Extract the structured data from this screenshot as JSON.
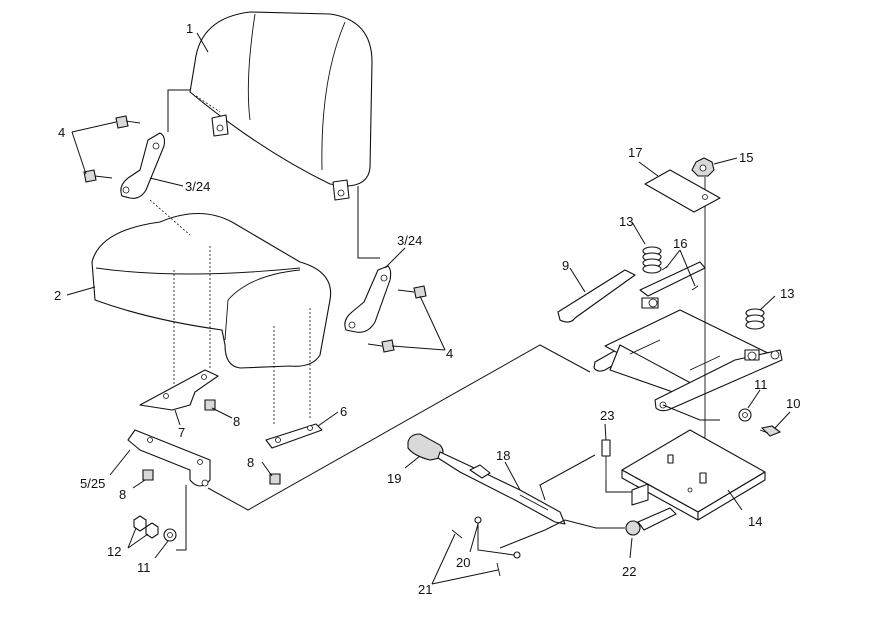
{
  "labels": {
    "p1": "1",
    "p2": "2",
    "p3_24_left": "3/24",
    "p3_24_right": "3/24",
    "p4_left": "4",
    "p4_right": "4",
    "p5_25": "5/25",
    "p6": "6",
    "p7": "7",
    "p8_top": "8",
    "p8_mid": "8",
    "p8_bottom": "8",
    "p9": "9",
    "p10": "10",
    "p11_right": "11",
    "p11_left": "11",
    "p12": "12",
    "p13_left": "13",
    "p13_right": "13",
    "p14": "14",
    "p15": "15",
    "p16": "16",
    "p17": "17",
    "p18": "18",
    "p19": "19",
    "p20": "20",
    "p21": "21",
    "p22": "22",
    "p23": "23"
  }
}
